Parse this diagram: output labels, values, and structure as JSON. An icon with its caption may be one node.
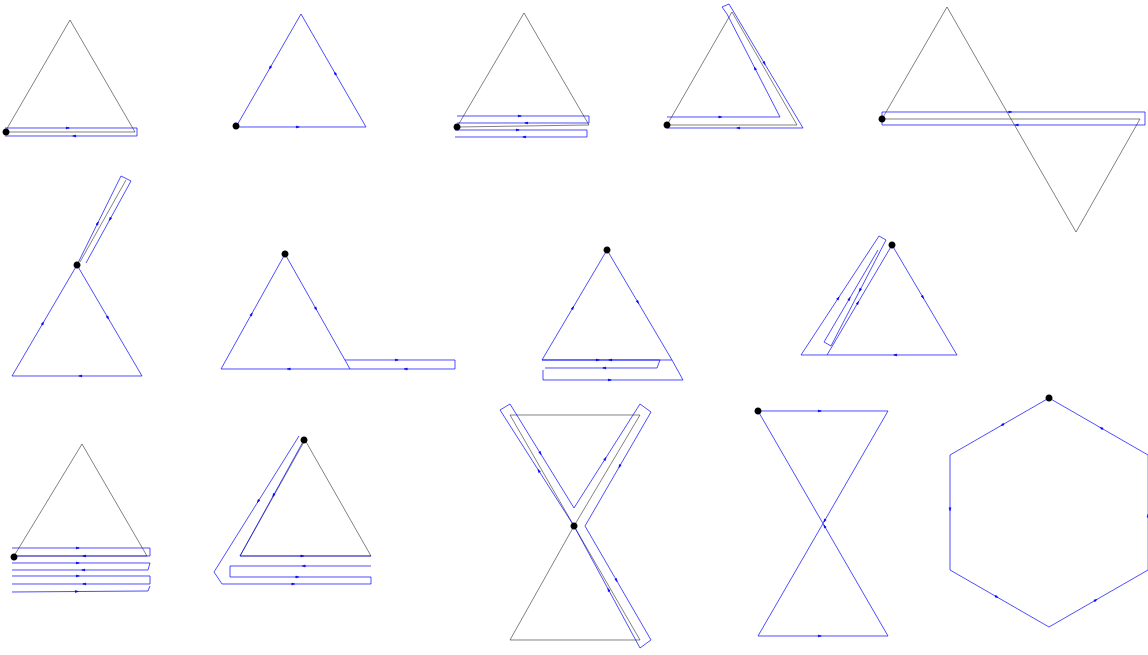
{
  "diagram": {
    "nodes": [
      {
        "text": [],
        "shape": "picture"
      },
      {
        "text": [],
        "shape": "picture"
      },
      {
        "text": [],
        "shape": "picture"
      },
      {
        "text": [],
        "shape": "picture"
      },
      {
        "text": [],
        "shape": "picture"
      },
      {
        "text": [],
        "shape": "picture"
      },
      {
        "text": [],
        "shape": "picture"
      },
      {
        "text": [],
        "shape": "picture"
      },
      {
        "text": [],
        "shape": "picture"
      },
      {
        "text": [],
        "shape": "picture"
      },
      {
        "text": [],
        "shape": "picture"
      },
      {
        "text": [],
        "shape": "picture"
      },
      {
        "text": [],
        "shape": "picture"
      },
      {
        "text": [],
        "shape": "picture"
      }
    ]
  }
}
